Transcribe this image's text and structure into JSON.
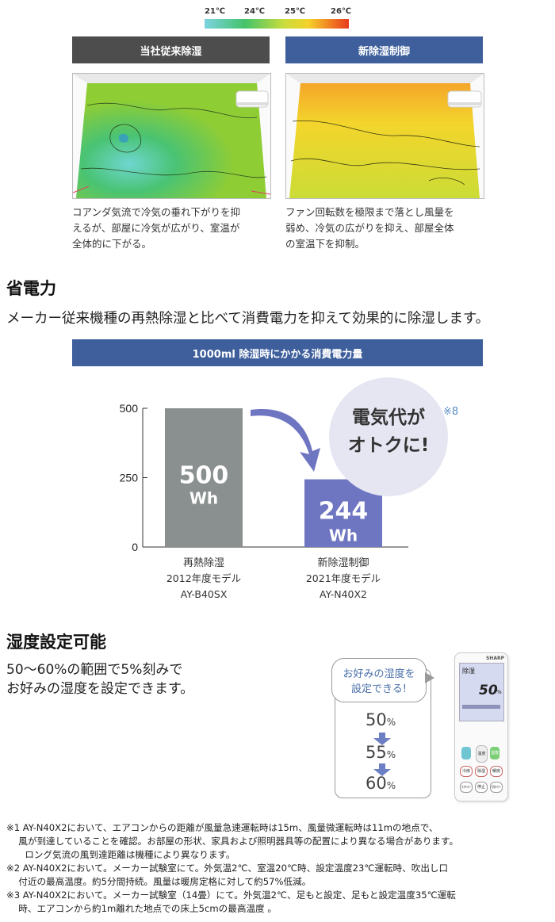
{
  "legend": {
    "t1": "21℃",
    "t2": "24℃",
    "t3": "25℃",
    "t4": "26℃"
  },
  "comparison": {
    "left": {
      "title": "当社従来除湿",
      "caption": [
        "コアンダ気流で冷気の垂れ下がりを抑",
        "えるが、部屋に冷気が広がり、室温が",
        "全体的に下がる。"
      ]
    },
    "right": {
      "title": "新除湿制御",
      "caption": [
        "ファン回転数を極限まで落とし風量を",
        "弱め、冷気の広がりを抑え、部屋全体",
        "の室温下を抑制。"
      ]
    }
  },
  "power": {
    "title": "省電力",
    "text": "メーカー従来機種の再熱除湿と比べて消費電力を抑えて効果的に除湿します。",
    "chart_title": "1000ml 除湿時にかかる消費電力量",
    "bubble": {
      "line1": "電気代が",
      "line2": "オトクに!",
      "note": "※8"
    }
  },
  "chart_data": {
    "type": "bar",
    "categories": [
      "再熱除湿",
      "新除湿制御"
    ],
    "category_sub": [
      [
        "2012年度モデル",
        "AY-B40SX"
      ],
      [
        "2021年度モデル",
        "AY-N40X2"
      ]
    ],
    "values": [
      500,
      244
    ],
    "value_labels": [
      "500",
      "244"
    ],
    "unit": "Wh",
    "yticks": [
      "0",
      "250",
      "500"
    ],
    "ylim": [
      0,
      500
    ],
    "colors": [
      "#8a8f8f",
      "#6f76c1"
    ]
  },
  "humidity": {
    "title": "湿度設定可能",
    "text1": "50～60%の範囲で5%刻みで",
    "text2": "お好みの湿度を設定できます。",
    "bubble1": "お好みの湿度を",
    "bubble2": "設定できる!",
    "steps": [
      "50",
      "55",
      "60"
    ],
    "pct": "%",
    "remote": {
      "brand": "SHARP",
      "mode": "除湿",
      "value": "50",
      "unit": "%",
      "btn_temp": "温度",
      "btn_hum": "湿度",
      "btn_r1": [
        "冷房",
        "除湿",
        "暖房"
      ],
      "btn_r2": [
        "ｵﾌﾀｲﾏｰ",
        "停止",
        "切ﾀｲﾏｰ"
      ]
    }
  },
  "footnotes": [
    "※1 AY-N40X2において、エアコンからの距離が風量急速運転時は15m、風量微運転時は11mの地点で、",
    "　 風が到達していることを確認。お部屋の形状、家具および照明器具等の配置により異なる場合があります。",
    "　　ロング気流の風到達距離は機種により異なります。",
    "※2 AY-N40X2において。メーカー試験室にて。外気温2℃、室温20℃時、設定温度23℃運転時、吹出し口",
    "　 付近の最高温度。約5分間持続。風量は暖房定格に対して約57%低減。",
    "※3 AY-N40X2において。メーカー試験室（14畳）にて。外気温2℃、足もと設定、足もと設定温度35℃運転",
    "　 時、エアコンから約1m離れた地点での床上5cmの最高温度 。"
  ]
}
